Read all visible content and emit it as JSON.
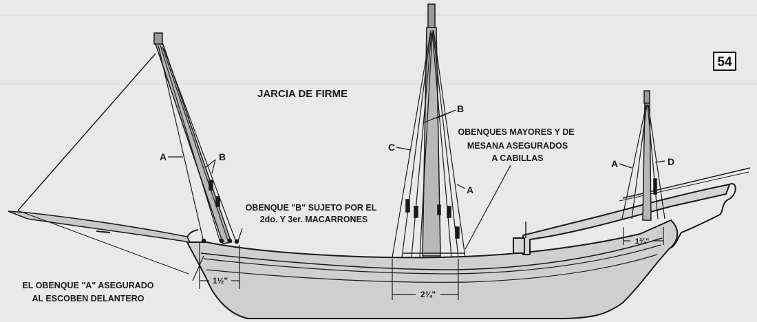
{
  "page_number": "54",
  "title": "JARCIA DE FIRME",
  "labels": {
    "a_bow": "A",
    "b_bow": "B",
    "c_main": "C",
    "b_main": "B",
    "a_main": "A",
    "a_mizzen": "A",
    "d_mizzen": "D"
  },
  "callouts": {
    "main_mizzen_line1": "OBENQUES MAYORES Y DE",
    "main_mizzen_line2": "MESANA ASEGURADOS",
    "main_mizzen_line3": "A CABILLAS",
    "b_shroud_line1": "OBENQUE \"B\" SUJETO POR EL",
    "b_shroud_line2": "2do. Y 3er. MACARRONES",
    "a_shroud_line1": "EL OBENQUE \"A\" ASEGURADO",
    "a_shroud_line2": "AL ESCOBEN DELANTERO"
  },
  "dimensions": {
    "fore": "1½\"",
    "main": "2¾\"",
    "mizzen": "1¾\""
  },
  "colors": {
    "ink": "#1a1a1a",
    "paper": "#e9e9e9",
    "hull": "#cfcfcf",
    "mast": "#b8b8b8"
  }
}
